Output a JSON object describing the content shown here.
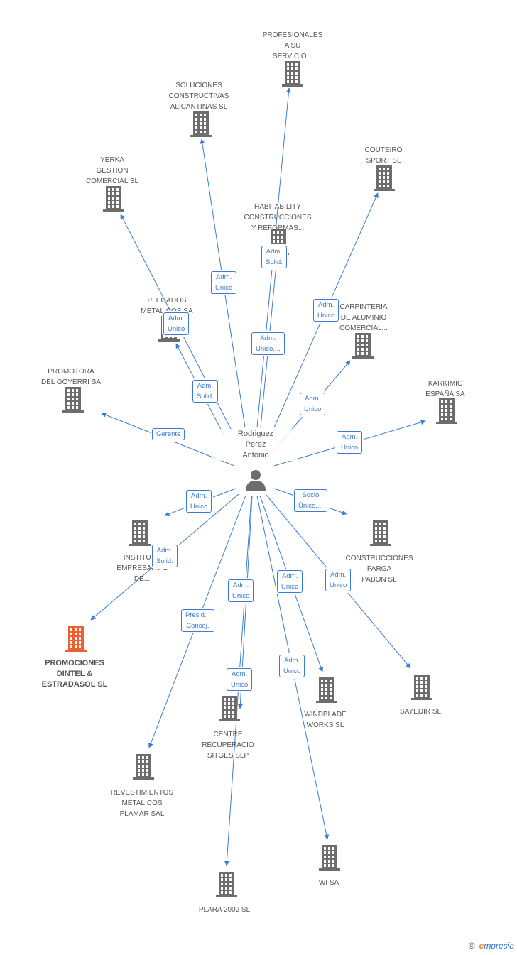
{
  "colors": {
    "edge": "#3a7bd5",
    "building": "#6d6d6d",
    "building_highlight": "#f0602e",
    "text": "#555555"
  },
  "person": {
    "name": "Rodriguez\nPerez\nAntonio",
    "icon": "person-icon"
  },
  "companies": [
    {
      "id": "profesionales",
      "label": "PROFESIONALES\nA SU\nSERVICIO...",
      "highlight": false
    },
    {
      "id": "soluciones",
      "label": "SOLUCIONES\nCONSTRUCTIVAS\nALICANTINAS SL",
      "highlight": false
    },
    {
      "id": "couteiro",
      "label": "COUTEIRO\nSPORT  SL",
      "highlight": false
    },
    {
      "id": "yerka",
      "label": "YERKA\nGESTION\nCOMERCIAL  SL",
      "highlight": false
    },
    {
      "id": "habitability",
      "label": "HABITABILITY\nCONSTRUCCIONES\nY REFORMAS...",
      "highlight": false
    },
    {
      "id": "plegados",
      "label": "PLEGADOS\nMETALICOS SA",
      "highlight": false
    },
    {
      "id": "carpinteria",
      "label": "CARPINTERIA\nDE ALUMINIO\nCOMERCIAL...",
      "highlight": false
    },
    {
      "id": "promotora",
      "label": "PROMOTORA\nDEL GOYERRI SA",
      "highlight": false
    },
    {
      "id": "karkimic",
      "label": "KARKIMIC\nESPAÑA SA",
      "highlight": false
    },
    {
      "id": "instituto",
      "label": "INSTITUTO\nEMPRESARIAL\nDE...",
      "highlight": false
    },
    {
      "id": "parga",
      "label": "CONSTRUCCIONES\nPARGA\nPABON SL",
      "highlight": false
    },
    {
      "id": "dintel",
      "label": "PROMOCIONES\nDINTEL &\nESTRADASOL SL",
      "highlight": true
    },
    {
      "id": "windblade",
      "label": "WINDBLADE\nWORKS SL",
      "highlight": false
    },
    {
      "id": "sayedir",
      "label": "SAYEDIR  SL",
      "highlight": false
    },
    {
      "id": "centre",
      "label": "CENTRE\nRECUPERACIO\nSITGES SLP",
      "highlight": false
    },
    {
      "id": "revestimientos",
      "label": "REVESTIMIENTOS\nMETALICOS\nPLAMAR SAL",
      "highlight": false
    },
    {
      "id": "wisa",
      "label": "WI SA",
      "highlight": false
    },
    {
      "id": "plara",
      "label": "PLARA 2002  SL",
      "highlight": false
    }
  ],
  "edges": [
    {
      "target": "profesionales",
      "role": "Adm.\nSolid."
    },
    {
      "target": "soluciones",
      "role": "Adm.\nUnico"
    },
    {
      "target": "couteiro",
      "role": "Adm.\nUnico"
    },
    {
      "target": "yerka",
      "role": "Adm.\nUnico"
    },
    {
      "target": "habitability",
      "role": "Adm.\nUnico,..."
    },
    {
      "target": "plegados",
      "role": "Adm.\nSolid."
    },
    {
      "target": "carpinteria",
      "role": "Adm.\nUnico"
    },
    {
      "target": "promotora",
      "role": "Gerente"
    },
    {
      "target": "karkimic",
      "role": "Adm.\nUnico"
    },
    {
      "target": "instituto",
      "role": "Adm.\nUnico"
    },
    {
      "target": "parga",
      "role": "Socio\nÚnico,..."
    },
    {
      "target": "dintel",
      "role": "Adm.\nSolid."
    },
    {
      "target": "windblade",
      "role": "Adm.\nUnico"
    },
    {
      "target": "sayedir",
      "role": "Adm.\nUnico"
    },
    {
      "target": "centre",
      "role": "Adm.\nUnico"
    },
    {
      "target": "revestimientos",
      "role": "Presid. ,\nConsej."
    },
    {
      "target": "wisa",
      "role": "Adm.\nUnico"
    },
    {
      "target": "plara",
      "role": "Adm.\nUnico"
    }
  ],
  "footer": {
    "copyright": "©",
    "brand_e": "e",
    "brand_rest": "mpresia"
  }
}
